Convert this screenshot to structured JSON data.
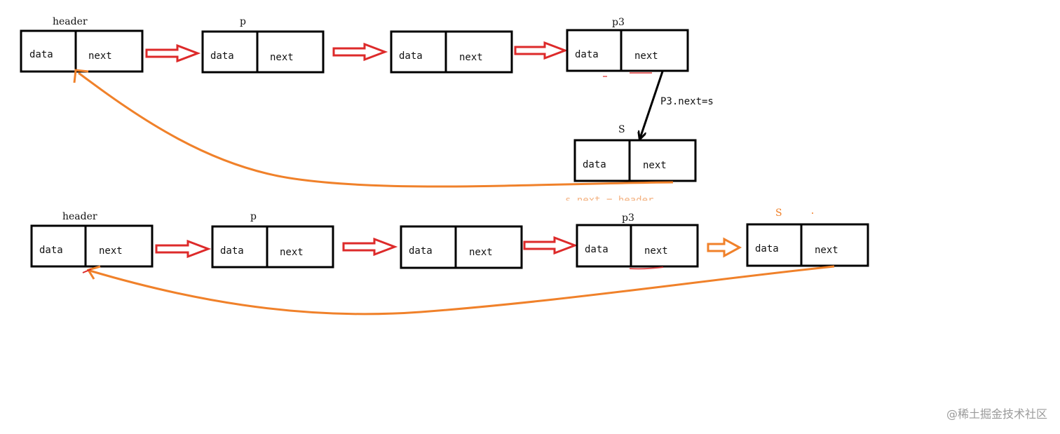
{
  "colors": {
    "box": "#000000",
    "red_arrow": "#dd2a2a",
    "orange": "#f0812a",
    "black_arrow": "#000000",
    "watermark": "#9a9a9a"
  },
  "cell": {
    "data": "data",
    "next": "next"
  },
  "top_list": {
    "nodes": [
      {
        "id": "header",
        "label": "header"
      },
      {
        "id": "p",
        "label": "p"
      },
      {
        "id": "n3",
        "label": ""
      },
      {
        "id": "p3",
        "label": "p3"
      },
      {
        "id": "s",
        "label": "S"
      }
    ],
    "edge_label": "P3.next=s",
    "faded_text": "s.next = header"
  },
  "bottom_list": {
    "nodes": [
      {
        "id": "header",
        "label": "header"
      },
      {
        "id": "p",
        "label": "p"
      },
      {
        "id": "n3",
        "label": ""
      },
      {
        "id": "p3",
        "label": "p3"
      },
      {
        "id": "s",
        "label": "S"
      }
    ]
  },
  "watermark": "@稀土掘金技术社区"
}
